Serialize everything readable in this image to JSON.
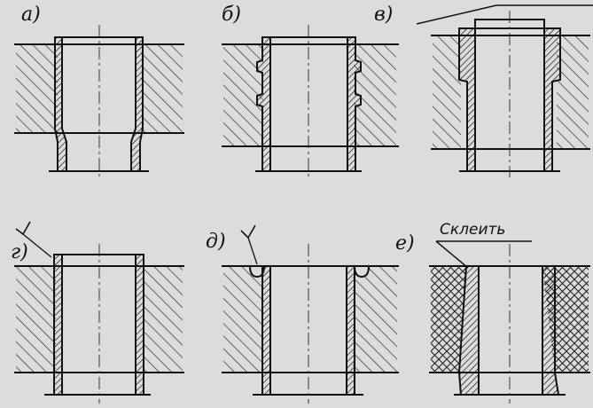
{
  "labels": {
    "a": "а)",
    "b": "б)",
    "v": "в)",
    "g": "г)",
    "d": "д)",
    "e": "е)"
  },
  "annotations": {
    "glue": "Склеить"
  },
  "colors": {
    "background": "#dcdcdc",
    "ink": "#111111"
  }
}
